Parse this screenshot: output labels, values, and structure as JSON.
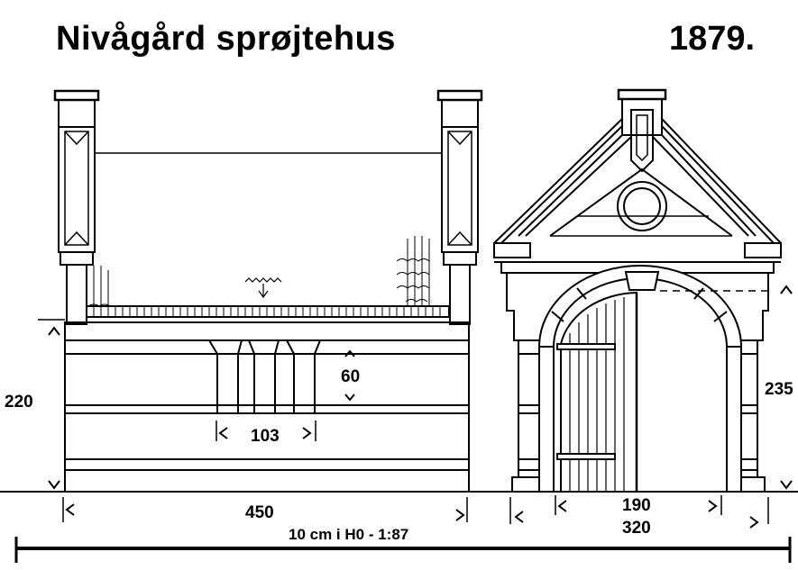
{
  "title": "Nivågård sprøjtehus",
  "year": "1879.",
  "dimensions": {
    "side_height": "220",
    "panel_height": "60",
    "panel_width": "103",
    "side_length": "450",
    "gable_height": "235",
    "door_width": "190",
    "gable_width": "320"
  },
  "scale_label": "10 cm i H0 - 1:87"
}
